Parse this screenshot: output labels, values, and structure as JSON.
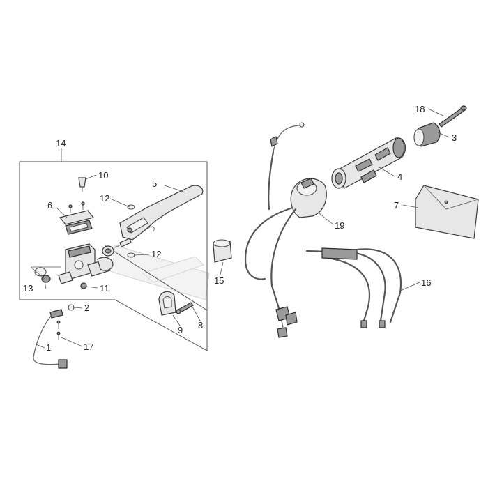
{
  "diagram": {
    "callouts": {
      "c1": "1",
      "c2": "2",
      "c3": "3",
      "c4": "4",
      "c5": "5",
      "c6": "6",
      "c7": "7",
      "c8": "8",
      "c9": "9",
      "c10": "10",
      "c11": "11",
      "c12a": "12",
      "c12b": "12",
      "c13": "13",
      "c14": "14",
      "c15": "15",
      "c16": "16",
      "c17": "17",
      "c18": "18",
      "c19": "19"
    }
  }
}
